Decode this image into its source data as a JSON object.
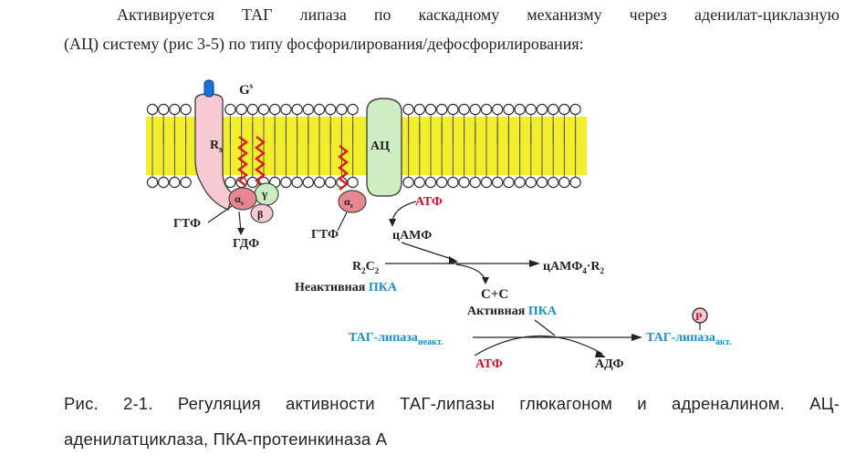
{
  "text": {
    "line1": "Активируется ТАГ липаза      по каскадному механизму через аденилат-циклазную",
    "line2": "(АЦ) систему (рис 3-5) по типу фосфорилирования/дефосфорилирования:",
    "caption_line1": "Рис. 2-1. Регуляция активности ТАГ-липазы глюкагоном и адреналином. АЦ-",
    "caption_line2": "аденилатциклаза, ПКА-протеинкиназа А"
  },
  "diagram": {
    "gs": "G",
    "gs_sub": "s",
    "rs": "R",
    "rs_sub": "s",
    "ac": "АЦ",
    "alpha": "α",
    "alpha_sub": "s",
    "gamma": "γ",
    "beta": "β",
    "gtp1": "ГТФ",
    "gdp": "ГДФ",
    "gtp2": "ГТФ",
    "atp_top": "АТФ",
    "camp": "цАМФ",
    "r2c2": "R",
    "r2c2_sub1": "2",
    "r2c2_c": "C",
    "r2c2_sub2": "2",
    "camp4r2": "цАМФ",
    "camp4r2_sub": "4",
    "camp4r2_rest": "·R",
    "camp4r2_sub2": "2",
    "inactive_label": "Неактивная",
    "pka1": "ПКА",
    "cc": "С+С",
    "active_label": "Активная",
    "pka2": "ПКА",
    "tag_inactive": "ТАГ-липаза",
    "tag_inactive_sub": "неакт.",
    "tag_active": "ТАГ-липаза",
    "tag_active_sub": "акт.",
    "phospho": "P",
    "atp_bottom": "АТФ",
    "adp": "АДФ"
  },
  "colors": {
    "membrane_yellow": "#f2ee2c",
    "receptor_pink": "#f6c9d3",
    "g_green": "#c9ecc0",
    "alpha_red": "#e8878f",
    "ac_green": "#cdedc2",
    "atp_red": "#c8102e",
    "pka_blue": "#1a8fc9",
    "tag_blue": "#1a8fc9",
    "hormone_blue": "#1a6fd9"
  }
}
